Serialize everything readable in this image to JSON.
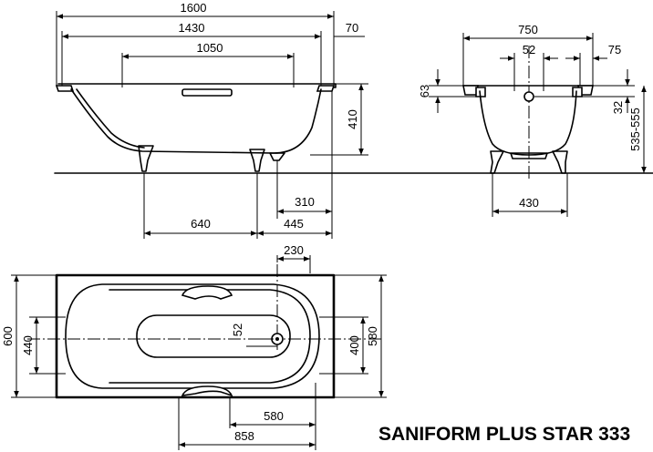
{
  "title": "SANIFORM PLUS STAR 333",
  "side_view": {
    "dims": {
      "overall_length": "1600",
      "inner_length": "1430",
      "rim_width": "70",
      "bottom_length": "1050",
      "height": "410",
      "drain_offset": "310",
      "foot_distance": "640",
      "foot_offset": "445"
    }
  },
  "end_view": {
    "dims": {
      "overall_width": "750",
      "drain_spacing": "52",
      "rim_offset": "75",
      "rim_height": "63",
      "overflow_height": "32",
      "install_height": "535-555",
      "foot_width": "430"
    }
  },
  "top_view": {
    "dims": {
      "drain_width": "230",
      "overall_width": "600",
      "inner_width_left": "440",
      "drain_offset": "52",
      "inner_width_right": "400",
      "outer_inner_width": "580",
      "drain_distance": "580",
      "drain_distance_end": "858"
    }
  }
}
